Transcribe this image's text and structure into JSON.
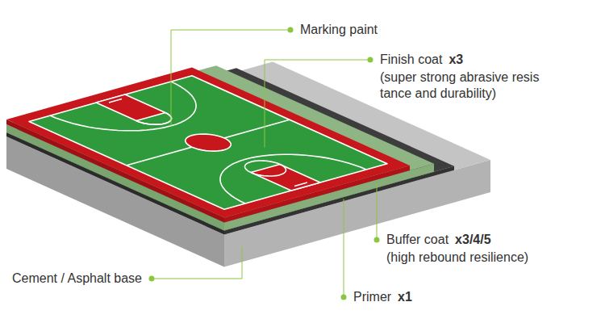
{
  "diagram": {
    "labels": [
      "Marking paint",
      "Finish coat",
      "x3",
      "(super strong abrasive resis tance and durability)",
      "Buffer coat",
      "x3/4/5",
      "(high rebound resilience)",
      "Cement / Asphalt base",
      "Primer",
      "x1"
    ]
  }
}
